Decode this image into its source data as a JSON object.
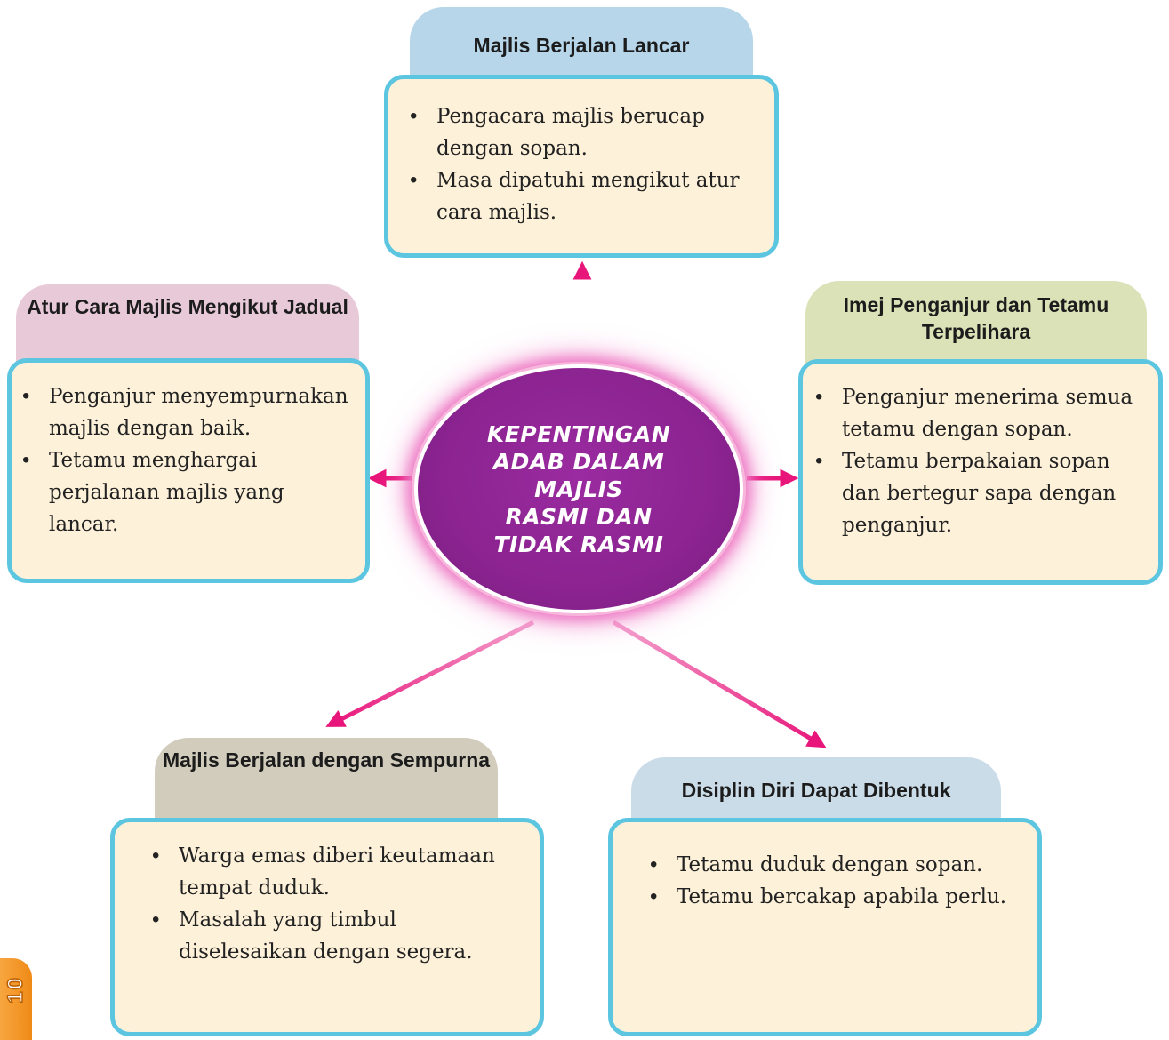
{
  "center": {
    "title": "KEPENTINGAN\nADAB DALAM MAJLIS\nRASMI DAN\nTIDAK RASMI"
  },
  "nodes": {
    "top": {
      "title": "Majlis Berjalan Lancar",
      "items": [
        "Pengacara majlis berucap dengan sopan.",
        "Masa dipatuhi mengikut atur cara majlis."
      ]
    },
    "left": {
      "title": "Atur Cara Majlis Mengikut Jadual",
      "items": [
        "Penganjur menyempurnakan majlis dengan baik.",
        "Tetamu menghargai perjalanan majlis yang lancar."
      ]
    },
    "right": {
      "title": "Imej Penganjur dan Tetamu Terpelihara",
      "items": [
        "Penganjur menerima semua tetamu dengan sopan.",
        "Tetamu berpakaian sopan dan bertegur sapa dengan penganjur."
      ]
    },
    "bottom_left": {
      "title": "Majlis Berjalan dengan Sempurna",
      "items": [
        "Warga emas diberi keutamaan tempat duduk.",
        "Masalah yang timbul diselesaikan dengan segera."
      ]
    },
    "bottom_right": {
      "title": "Disiplin Diri Dapat Dibentuk",
      "items": [
        "Tetamu duduk dengan sopan.",
        "Tetamu bercakap apabila perlu."
      ]
    }
  },
  "side_tab": {
    "text": "10"
  },
  "colors": {
    "arrow": "#e8157a",
    "center_fill": "#8b2390",
    "box_fill": "#fdf1d9",
    "box_border": "#5cc5e0"
  }
}
